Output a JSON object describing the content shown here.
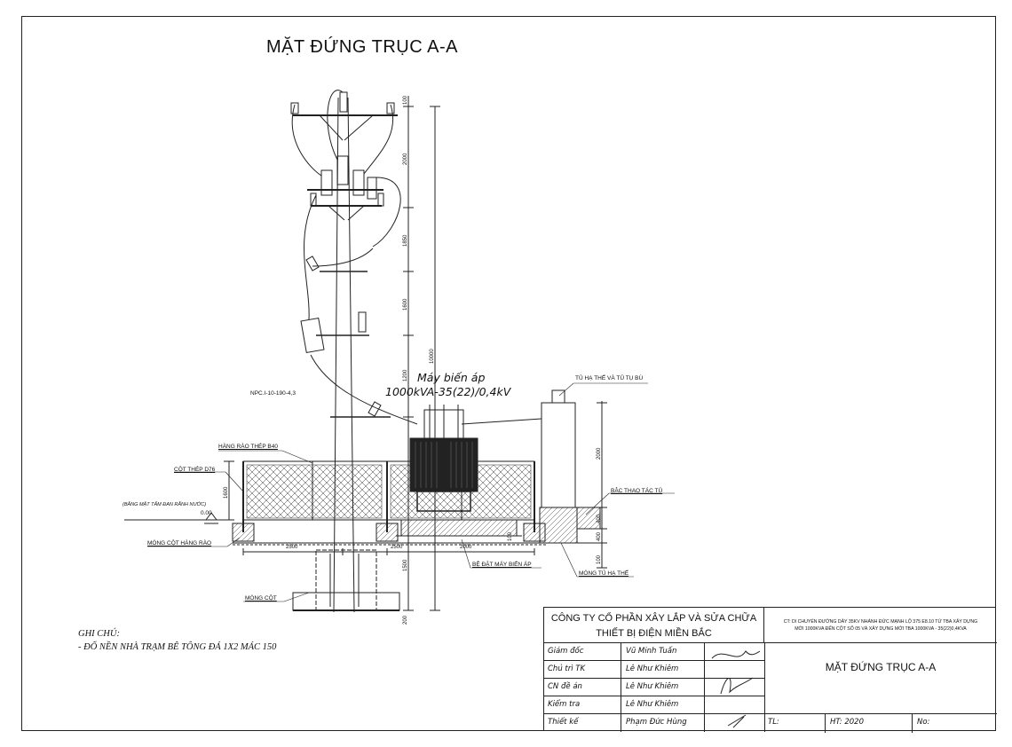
{
  "drawing": {
    "title": "MẶT ĐỨNG TRỤC A-A"
  },
  "labels": {
    "transformer_name": "Máy biến áp",
    "transformer_spec": "1000kVA-35(22)/0,4kV",
    "lv_cabinet": "TỦ HẠ THẾ VÀ TỦ TỤ BÙ",
    "insulator": "NPC.I-10-190-4,3",
    "fence": "HÀNG RÀO THÉP B40",
    "steel_post": "CỘT THÉP D76",
    "datum_note": "(BẰNG MẶT TẤM ĐAN RÃNH NƯỚC)",
    "datum_level": "0.00",
    "fence_foundation": "MÓNG CỘT HÀNG RÀO",
    "operating_step": "BẬC THAO TÁC TỦ",
    "transformer_base": "BỆ ĐẶT MÁY BIẾN ÁP",
    "cabinet_foundation": "MÓNG TỦ HẠ THẾ",
    "pole_foundation": "MÓNG CỘT"
  },
  "dimensions": {
    "v1": "100",
    "v2": "2000",
    "v3": "1850",
    "v4": "1600",
    "v5": "1200",
    "total": "10000",
    "fence_h": "1600",
    "cab_h": "2000",
    "cab_base": "400",
    "base_a": "100",
    "base_b": "400",
    "base_c": "100",
    "found_h": "1500",
    "found_b": "200",
    "h1": "2500",
    "h2": "2500",
    "h3": "2000"
  },
  "notes": {
    "heading": "GHI CHÚ:",
    "line1": "- ĐỔ NỀN NHÀ TRẠM BÊ TÔNG ĐÁ 1X2 MÁC 150"
  },
  "title_block": {
    "company_line1": "CÔNG TY CỔ PHẦN XÂY LẮP VÀ SỬA CHỮA",
    "company_line2": "THIẾT BỊ ĐIỆN MIỀN BẮC",
    "project_line1": "CT: DI CHUYỂN ĐƯỜNG DÂY 35KV NHÁNH ĐỨC MẠNH LỘ 375 E8.10 TỪ TBA XÂY DỰNG",
    "project_line2": "MỚI 1000KVA ĐẾN CỘT SỐ 05 VÀ XÂY DỰNG MỚI TBA 1000KVA - 35(22)0,4KVA",
    "rows": [
      {
        "role": "Giám đốc",
        "name": "Vũ Minh Tuấn"
      },
      {
        "role": "Chủ trì TK",
        "name": "Lê Như Khiêm"
      },
      {
        "role": "CN đề án",
        "name": "Lê Như Khiêm"
      },
      {
        "role": "Kiểm tra",
        "name": "Lê Như Khiêm"
      },
      {
        "role": "Thiết kế",
        "name": "Phạm Đức Hùng"
      }
    ],
    "drawing_title": "MẶT ĐỨNG TRỤC A-A",
    "scale_label": "TL:",
    "year_label": "HT: 2020",
    "no_label": "No:"
  }
}
